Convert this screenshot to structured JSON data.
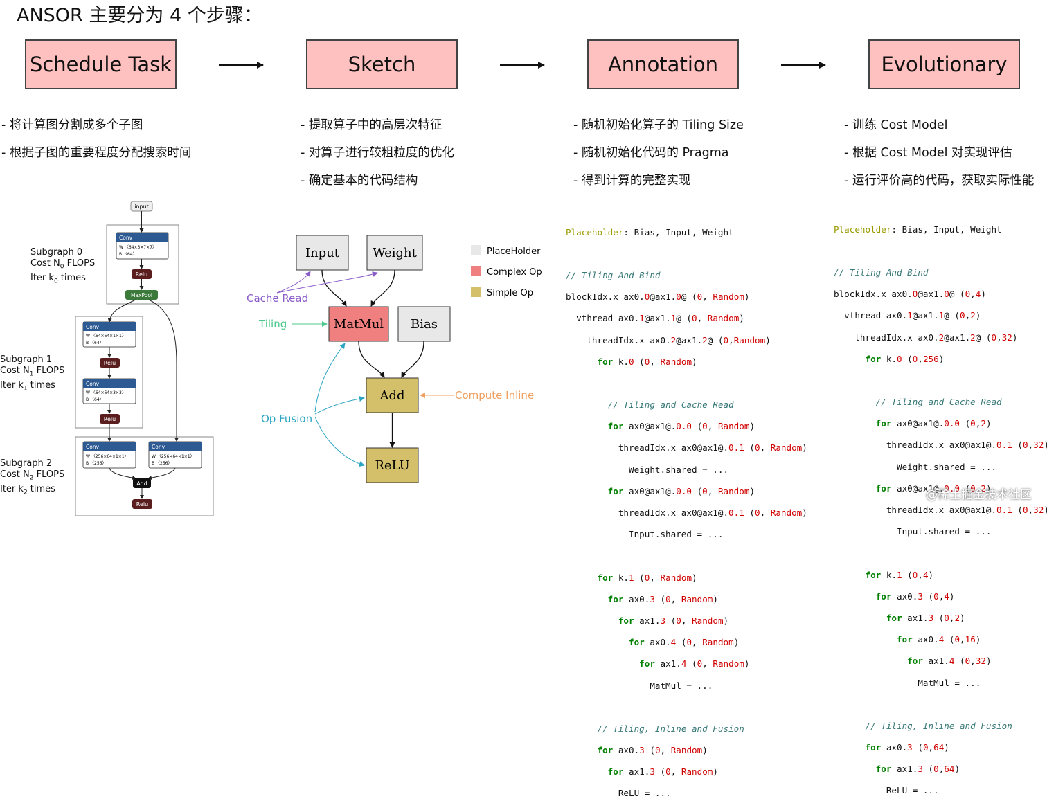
{
  "title": "ANSOR 主要分为 4 个步骤：",
  "stages": [
    {
      "label": "Schedule Task"
    },
    {
      "label": "Sketch"
    },
    {
      "label": "Annotation"
    },
    {
      "label": "Evolutionary"
    }
  ],
  "bullets": [
    [
      "- 将计算图分割成多个子图",
      "- 根据子图的重要程度分配搜索时间"
    ],
    [
      "- 提取算子中的高层次特征",
      "- 对算子进行较粗粒度的优化",
      "- 确定基本的代码结构"
    ],
    [
      "- 随机初始化算子的 Tiling Size",
      "- 随机初始化代码的 Pragma",
      "- 得到计算的完整实现"
    ],
    [
      "- 训练 Cost Model",
      "- 根据 Cost Model 对实现评估",
      "- 运行评价高的代码，获取实际性能"
    ]
  ],
  "graph": {
    "input_label": "input",
    "subgraphs": [
      {
        "name": "Subgraph 0",
        "cost": "Cost N",
        "sub": "0",
        "flops": " FLOPS",
        "iter": "Iter k",
        "times": " times"
      },
      {
        "name": "Subgraph 1",
        "cost": "Cost N",
        "sub": "1",
        "flops": " FLOPS",
        "iter": "Iter k",
        "times": " times"
      },
      {
        "name": "Subgraph 2",
        "cost": "Cost N",
        "sub": "2",
        "flops": " FLOPS",
        "iter": "Iter k",
        "times": " times"
      }
    ],
    "conv_label": "Conv",
    "relu_label": "Relu",
    "maxpool_label": "MaxPool",
    "add_label": "Add",
    "convs": [
      {
        "w": "W 〈64×3×7×7〉",
        "b": "B 〈64〉"
      },
      {
        "w": "W 〈64×64×1×1〉",
        "b": "B 〈64〉"
      },
      {
        "w": "W 〈64×64×3×3〉",
        "b": "B 〈64〉"
      },
      {
        "w": "W 〈256×64×1×1〉",
        "b": "B 〈256〉"
      },
      {
        "w": "W 〈256×64×1×1〉",
        "b": "B 〈256〉"
      }
    ]
  },
  "sketch": {
    "nodes": {
      "input": "Input",
      "weight": "Weight",
      "matmul": "MatMul",
      "bias": "Bias",
      "add": "Add",
      "relu": "ReLU"
    },
    "legend": [
      "PlaceHolder",
      "Complex Op",
      "Simple Op"
    ],
    "annotations": {
      "cache_read": "Cache Read",
      "tiling": "Tiling",
      "op_fusion": "Op Fusion",
      "compute_inline": "Compute Inline"
    },
    "colors": {
      "placeholder": "#e8e8e8",
      "complex": "#f08080",
      "simple": "#d4c06a",
      "cache_read": "#8a5cc8",
      "tiling": "#4cc88c",
      "op_fusion": "#2aa4c0",
      "compute_inline": "#f0a060"
    }
  },
  "code": {
    "placeholder_kw": "Placeholder",
    "placeholder_rest": ": Bias, Input, Weight",
    "comment_tiling_bind": "// Tiling And Bind",
    "comment_cache": "// Tiling and Cache Read",
    "comment_fusion": "// Tiling, Inline and Fusion",
    "random": "Random",
    "evo_values": [
      "4",
      "2",
      "32",
      "256",
      "2",
      "32",
      "2",
      "32",
      "4",
      "4",
      "2",
      "16",
      "32",
      "64",
      "64"
    ]
  },
  "watermark": "@稀土掘金技术社区"
}
